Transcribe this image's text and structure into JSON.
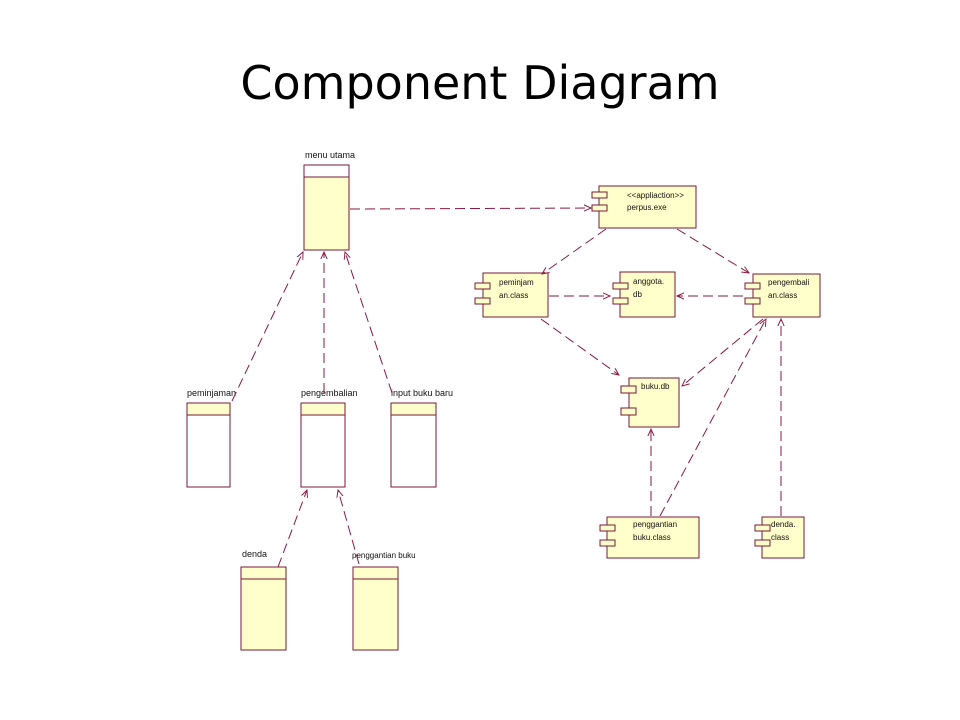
{
  "title": "Component Diagram",
  "left_nodes": {
    "menu_utama": "menu utama",
    "peminjaman": "peminjaman",
    "pengembalian": "pengembalian",
    "input_buku_baru": "input buku baru",
    "denda": "denda",
    "penggantian_buku": "penggantian buku"
  },
  "components": {
    "application_line1": "<<appliaction>>",
    "application_line2": "perpus.exe",
    "peminjaman_line1": "peminjam",
    "peminjaman_line2": "an.class",
    "anggota_line1": "anggota.",
    "anggota_line2": "db",
    "pengembalian_line1": "pengembali",
    "pengembalian_line2": "an.class",
    "buku_db": "buku.db",
    "penggantian_line1": "penggantian",
    "penggantian_line2": "buku.class",
    "denda_line1": "denda.",
    "denda_line2": "class"
  }
}
